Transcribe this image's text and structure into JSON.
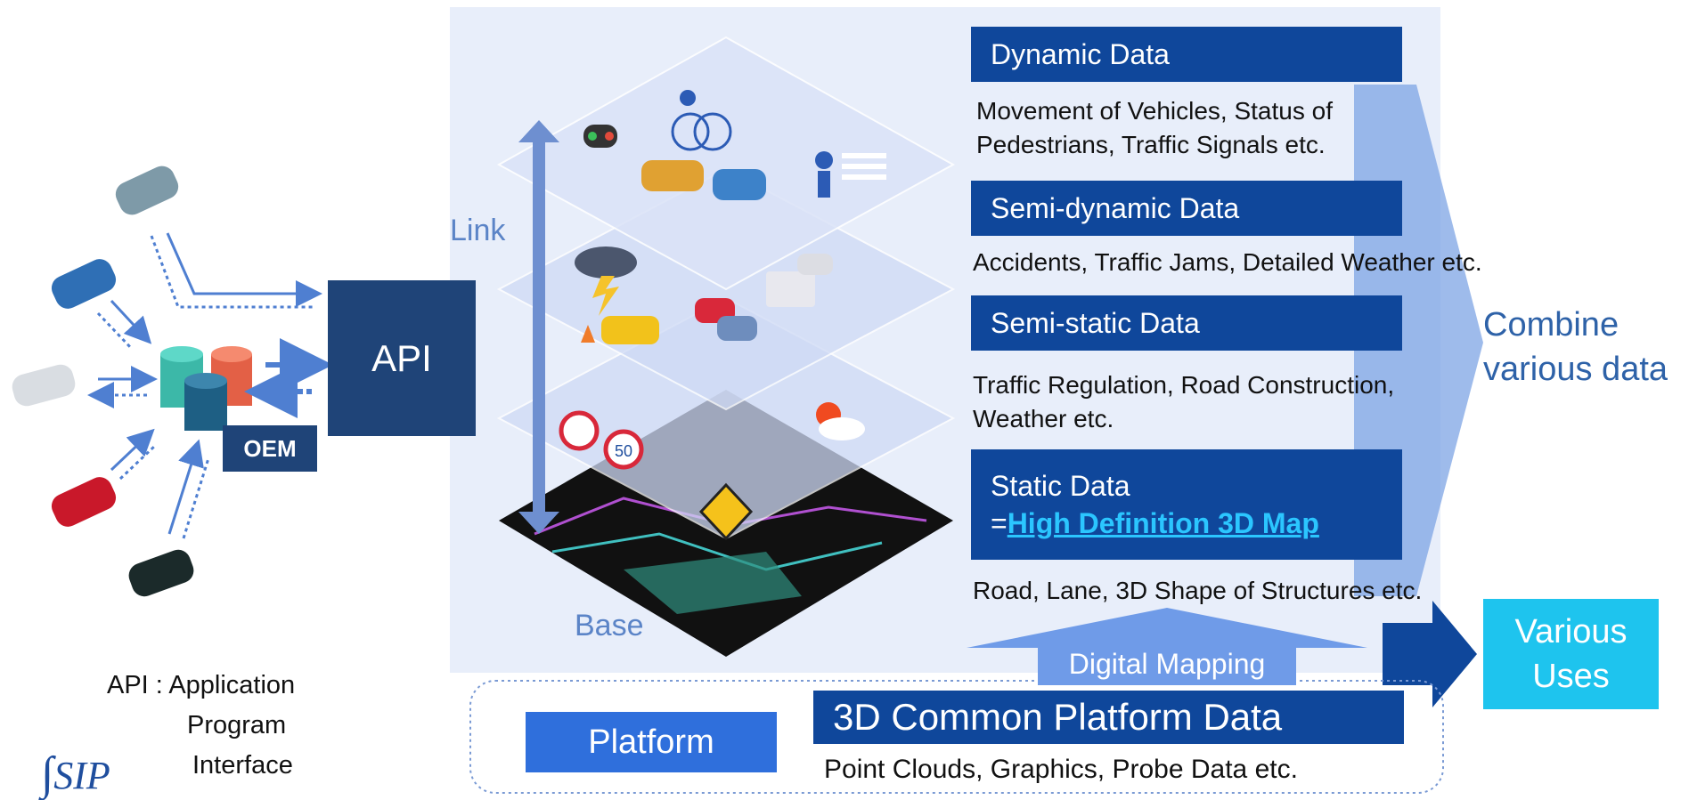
{
  "layers": {
    "dynamic": {
      "title": "Dynamic Data",
      "desc_line1": "Movement of Vehicles, Status of",
      "desc_line2": "Pedestrians, Traffic Signals etc."
    },
    "semi_dynamic": {
      "title": "Semi-dynamic Data",
      "desc": "Accidents, Traffic Jams, Detailed Weather etc."
    },
    "semi_static": {
      "title": "Semi-static Data",
      "desc_line1": "Traffic Regulation, Road Construction,",
      "desc_line2": "Weather etc."
    },
    "static": {
      "title": "Static Data",
      "prefix": "=",
      "link": "High Definition 3D Map",
      "desc": "Road, Lane, 3D Shape of Structures etc."
    }
  },
  "labels": {
    "link": "Link",
    "base": "Base",
    "api": "API",
    "oem": "OEM",
    "combine_line1": "Combine",
    "combine_line2": "various data",
    "various_line1": "Various",
    "various_line2": "Uses",
    "digital_mapping": "Digital Mapping",
    "platform": "Platform",
    "common_platform": "3D Common Platform Data",
    "common_desc": "Point Clouds, Graphics, Probe Data etc.",
    "api_note_line1": "API : Application",
    "api_note_line2": "Program",
    "api_note_line3": "Interface",
    "sip": "SIP"
  },
  "colors": {
    "header_blue": "#0f479b",
    "api_navy": "#1f4478",
    "accent_cyan": "#1ec4ee",
    "platform_blue": "#2f6fdc",
    "light_panel": "#e8eefa",
    "arrow_blue": "#5b84c7"
  }
}
